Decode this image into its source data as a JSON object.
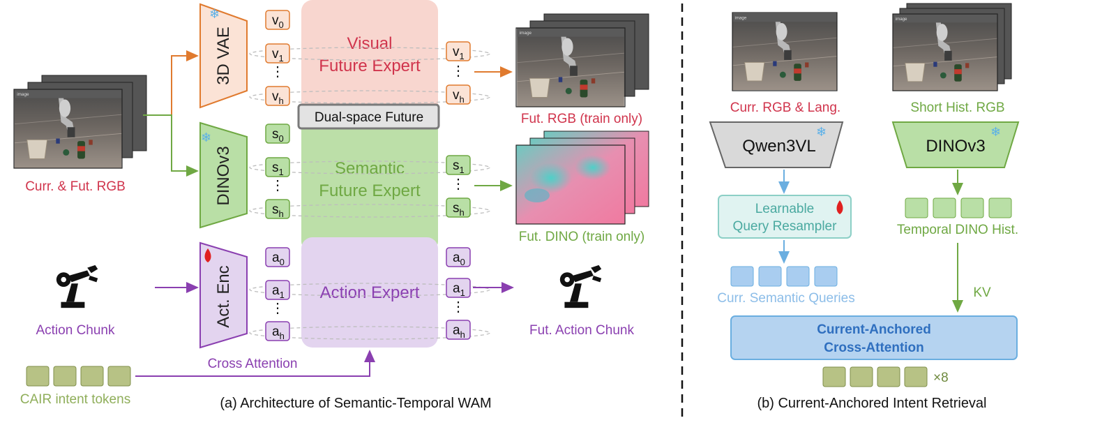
{
  "panel_a": {
    "caption": "(a) Architecture of Semantic-Temporal WAM",
    "input_rgb_label": "Curr. & Fut. RGB",
    "encoder_vae": "3D VAE",
    "encoder_dino": "DINOv3",
    "encoder_act": "Act. Enc",
    "visual_tokens": {
      "left": [
        "0",
        "1",
        "h"
      ],
      "right": [
        "1",
        "h"
      ],
      "sym": "v"
    },
    "semantic_tokens": {
      "left": [
        "0",
        "1",
        "h"
      ],
      "right": [
        "1",
        "h"
      ],
      "sym": "s"
    },
    "action_tokens": {
      "left": [
        "0",
        "1",
        "h"
      ],
      "right": [
        "0",
        "1",
        "h"
      ],
      "sym": "a"
    },
    "ellipsis": "⋮",
    "visual_expert": [
      "Visual",
      "Future Expert"
    ],
    "semantic_expert": [
      "Semantic",
      "Future Expert"
    ],
    "action_expert": "Action Expert",
    "dual_space": "Dual-space Future",
    "fut_rgb_label": "Fut. RGB (train only)",
    "fut_dino_label": "Fut. DINO (train only)",
    "action_chunk_label": "Action Chunk",
    "fut_action_label": "Fut. Action Chunk",
    "cross_attention_label": "Cross Attention",
    "cair_label": "CAIR intent tokens",
    "image_tag": "image"
  },
  "panel_b": {
    "caption": "(b) Current-Anchored Intent Retrieval",
    "curr_rgb_label": "Curr. RGB & Lang.",
    "short_hist_label": "Short Hist. RGB",
    "qwen_label": "Qwen3VL",
    "dino_label": "DINOv3",
    "resampler_label": [
      "Learnable",
      "Query Resampler"
    ],
    "temporal_hist_label": "Temporal DINO Hist.",
    "semantic_queries_label": "Curr. Semantic Queries",
    "kv_label": "KV",
    "cross_attn_label": [
      "Current-Anchored",
      "Cross-Attention"
    ],
    "times_label": "×8"
  },
  "colors": {
    "red": "#d0344c",
    "orange": "#e07a2e",
    "green": "#6fa843",
    "purple": "#8a3fb0",
    "blue": "#6aaee0",
    "olive": "#b7c285"
  }
}
